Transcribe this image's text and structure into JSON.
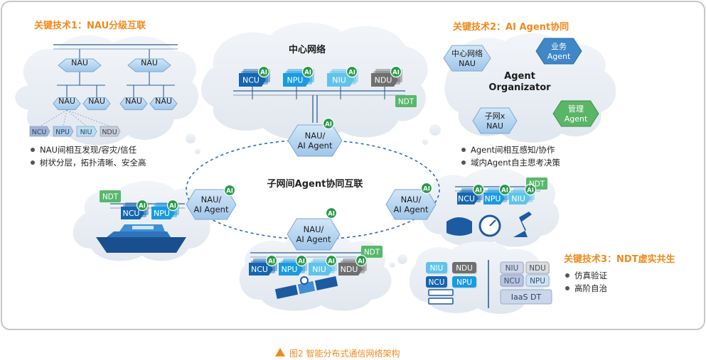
{
  "section1": {
    "title": "关键技术1：NAU分级互联",
    "top_nodes": [
      "NAU",
      "NAU"
    ],
    "mid_nodes": [
      "NAU",
      "NAU",
      "NAU",
      "NAU"
    ],
    "chips": [
      "NCU",
      "NPU",
      "NIU",
      "NDU"
    ],
    "bullets": [
      "NAU间相互发现/容灾/信任",
      "树状分层，拓扑清晰、安全高"
    ]
  },
  "section2": {
    "title": "关键技术2：AI Agent协同",
    "hex_center_nau": "中心网络\nNAU",
    "hex_business": "业务\nAgent",
    "organizer": "Agent\nOrganizator",
    "hex_subnet": "子网x\nNAU",
    "hex_mgmt": "管理\nAgent",
    "bullets": [
      "Agent间相互感知/协作",
      "域内Agent自主思考决策"
    ]
  },
  "section3": {
    "title": "关键技术3：NDT虚实共生",
    "left_chips": [
      "NIU",
      "NDU",
      "NCU",
      "NPU"
    ],
    "right_chips": [
      "NIU",
      "NDU",
      "NCU",
      "NPU"
    ],
    "iaas": "IaaS DT",
    "bullets": [
      "仿真验证",
      "高阶自治"
    ]
  },
  "center_net": {
    "title": "中心网络",
    "stacks": [
      "NCU",
      "NPU",
      "NIU",
      "NDU"
    ],
    "ndt": "NDT",
    "agent": "NAU/\nAI Agent"
  },
  "ring_label": "子网间Agent协同互联",
  "left_node": {
    "ndt": "NDT",
    "stacks": [
      "NCU",
      "NPU"
    ],
    "agent": "NAU/\nAI Agent"
  },
  "bottom_node": {
    "ndt": "NDT",
    "stacks": [
      "NCU",
      "NPU",
      "NIU",
      "NDU"
    ],
    "agent": "NAU/\nAI Agent"
  },
  "right_node": {
    "ndt": "NDT",
    "stacks": [
      "NCU",
      "NPU",
      "NIU"
    ],
    "agent": "NAU/\nAI Agent"
  },
  "ai_badge": "AI",
  "caption": "图2  智能分布式通信网络架构",
  "colors": {
    "orange": "#f08a1c",
    "ncu": "#1565b0",
    "npu": "#1a9be0",
    "niu": "#5fc3ea",
    "ndu": "#6f6f6f",
    "agent_hex": "#b8d7f1",
    "ai_green": "#2a9a48",
    "ndt_green": "#57b86c",
    "mgmt_hex": "#5ab567",
    "business_hex": "#3f87c7",
    "cloud": "#e9eef5"
  }
}
